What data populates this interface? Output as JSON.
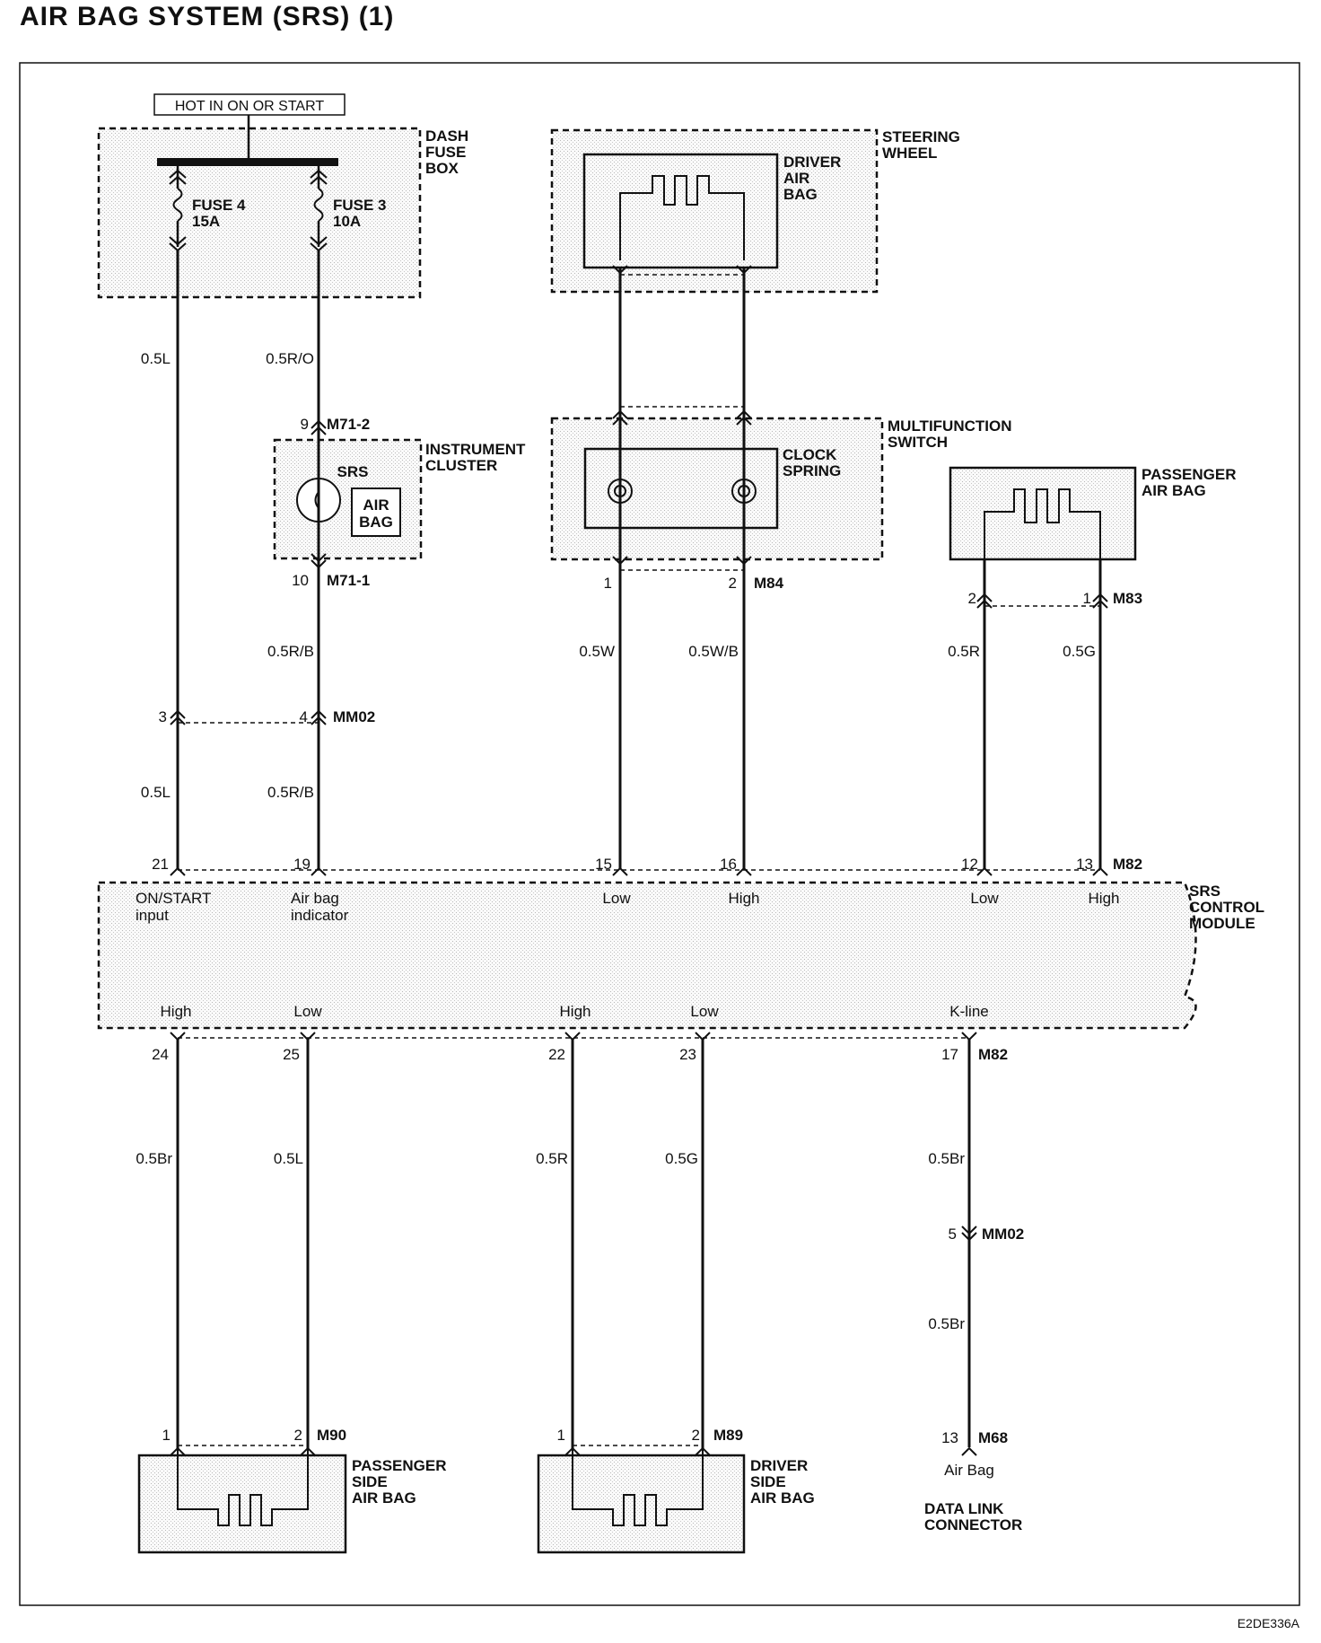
{
  "title": "AIR BAG SYSTEM (SRS) (1)",
  "doc_code": "E2DE336A",
  "power_label": "HOT IN ON OR START",
  "components": {
    "dash_fuse_box": [
      "DASH",
      "FUSE",
      "BOX"
    ],
    "fuse4": [
      "FUSE 4",
      "15A"
    ],
    "fuse3": [
      "FUSE 3",
      "10A"
    ],
    "steering_wheel": [
      "STEERING",
      "WHEEL"
    ],
    "driver_air_bag": [
      "DRIVER",
      "AIR",
      "BAG"
    ],
    "instrument_cluster": [
      "INSTRUMENT",
      "CLUSTER"
    ],
    "srs_lamp": "SRS",
    "air_bag_lamp": [
      "AIR",
      "BAG"
    ],
    "multifunction_switch": [
      "MULTIFUNCTION",
      "SWITCH"
    ],
    "clock_spring": [
      "CLOCK",
      "SPRING"
    ],
    "passenger_air_bag": [
      "PASSENGER",
      "AIR BAG"
    ],
    "srs_control_module": [
      "SRS",
      "CONTROL",
      "MODULE"
    ],
    "passenger_side_air_bag": [
      "PASSENGER",
      "SIDE",
      "AIR BAG"
    ],
    "driver_side_air_bag": [
      "DRIVER",
      "SIDE",
      "AIR BAG"
    ],
    "data_link_connector": [
      "DATA LINK",
      "CONNECTOR"
    ],
    "dlc_pin_label": "Air Bag"
  },
  "connectors": {
    "m71_2": "M71-2",
    "m71_1": "M71-1",
    "mm02_top": "MM02",
    "m84": "M84",
    "m83": "M83",
    "m82_top": "M82",
    "m82_bottom": "M82",
    "mm02_bottom": "MM02",
    "m90": "M90",
    "m89": "M89",
    "m68": "M68"
  },
  "pins": {
    "p9": "9",
    "p10": "10",
    "p3": "3",
    "p4": "4",
    "p1_m84": "1",
    "p2_m84": "2",
    "p2_m83": "2",
    "p1_m83": "1",
    "p21": "21",
    "p19": "19",
    "p15": "15",
    "p16": "16",
    "p12": "12",
    "p13": "13",
    "p24": "24",
    "p25": "25",
    "p22": "22",
    "p23": "23",
    "p17": "17",
    "p5": "5",
    "p1_m90": "1",
    "p2_m90": "2",
    "p1_m89": "1",
    "p2_m89": "2",
    "p13_m68": "13"
  },
  "wires": {
    "w_05l_a": "0.5L",
    "w_05ro": "0.5R/O",
    "w_05rb_a": "0.5R/B",
    "w_05w": "0.5W",
    "w_05wb": "0.5W/B",
    "w_05r_a": "0.5R",
    "w_05g_a": "0.5G",
    "w_05l_b": "0.5L",
    "w_05rb_b": "0.5R/B",
    "w_05br_a": "0.5Br",
    "w_05l_c": "0.5L",
    "w_05r_b": "0.5R",
    "w_05g_b": "0.5G",
    "w_05br_b": "0.5Br",
    "w_05br_c": "0.5Br"
  },
  "terminals": {
    "on_start": [
      "ON/START",
      "input"
    ],
    "air_bag_ind": [
      "Air bag",
      "indicator"
    ],
    "low_15": "Low",
    "high_16": "High",
    "low_12": "Low",
    "high_13": "High",
    "high_24": "High",
    "low_25": "Low",
    "high_22": "High",
    "low_23": "Low",
    "kline_17": "K-line"
  }
}
